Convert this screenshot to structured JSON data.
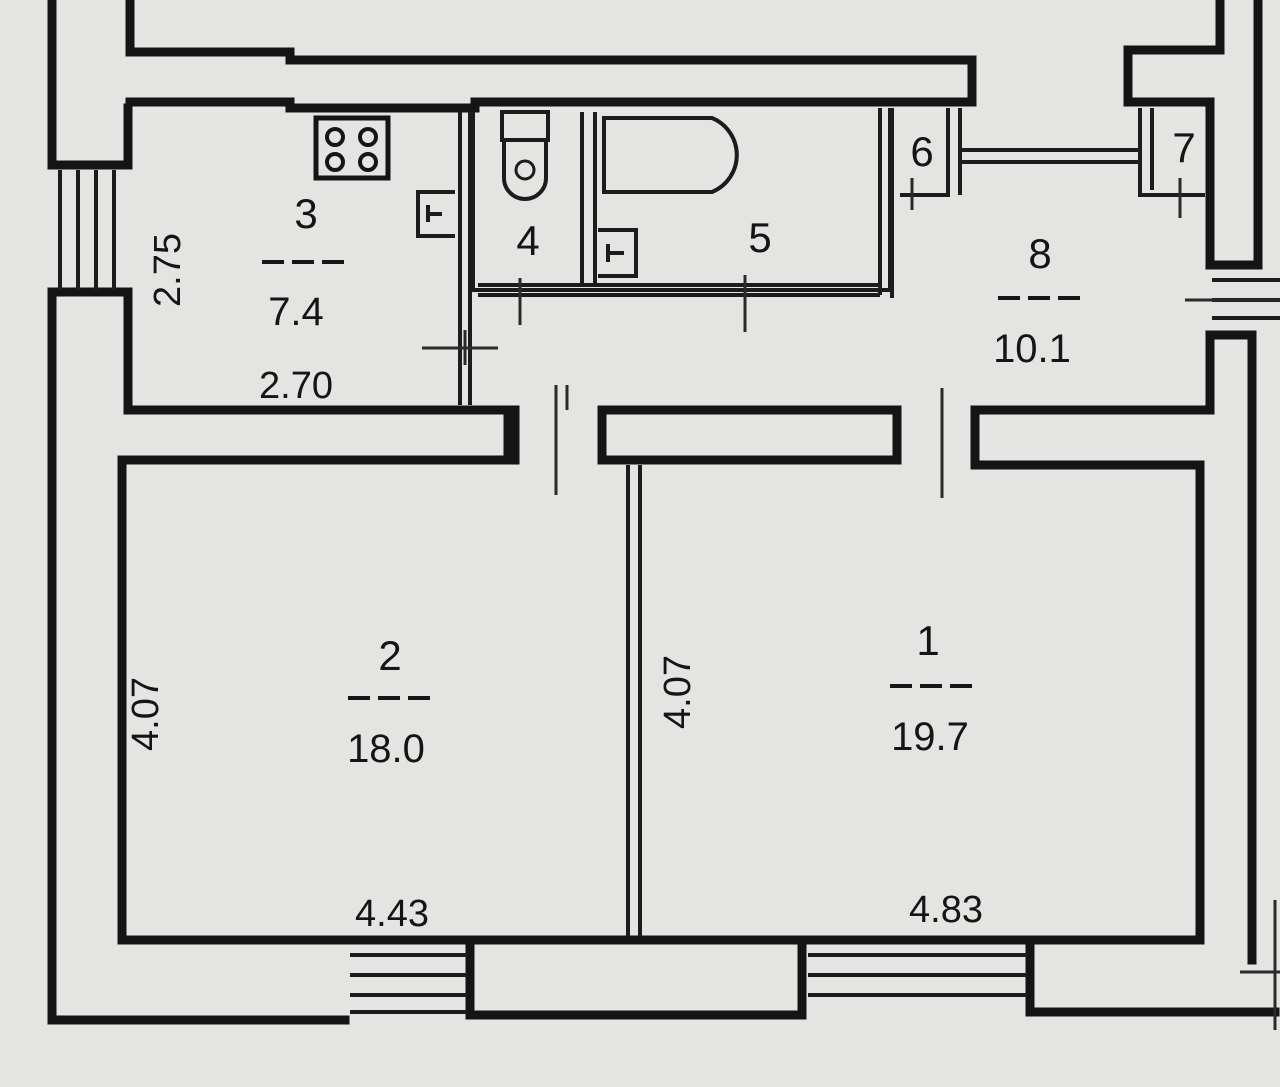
{
  "rooms": [
    {
      "number": "1",
      "area": "19.7",
      "width": "4.83",
      "height": "4.07"
    },
    {
      "number": "2",
      "area": "18.0",
      "width": "4.43",
      "height": "4.07"
    },
    {
      "number": "3",
      "area": "7.4",
      "width": "2.70",
      "height": "2.75"
    },
    {
      "number": "4"
    },
    {
      "number": "5"
    },
    {
      "number": "6"
    },
    {
      "number": "7"
    },
    {
      "number": "8",
      "area": "10.1"
    }
  ],
  "colors": {
    "paper": "#e4e4e2",
    "ink": "#141414"
  }
}
